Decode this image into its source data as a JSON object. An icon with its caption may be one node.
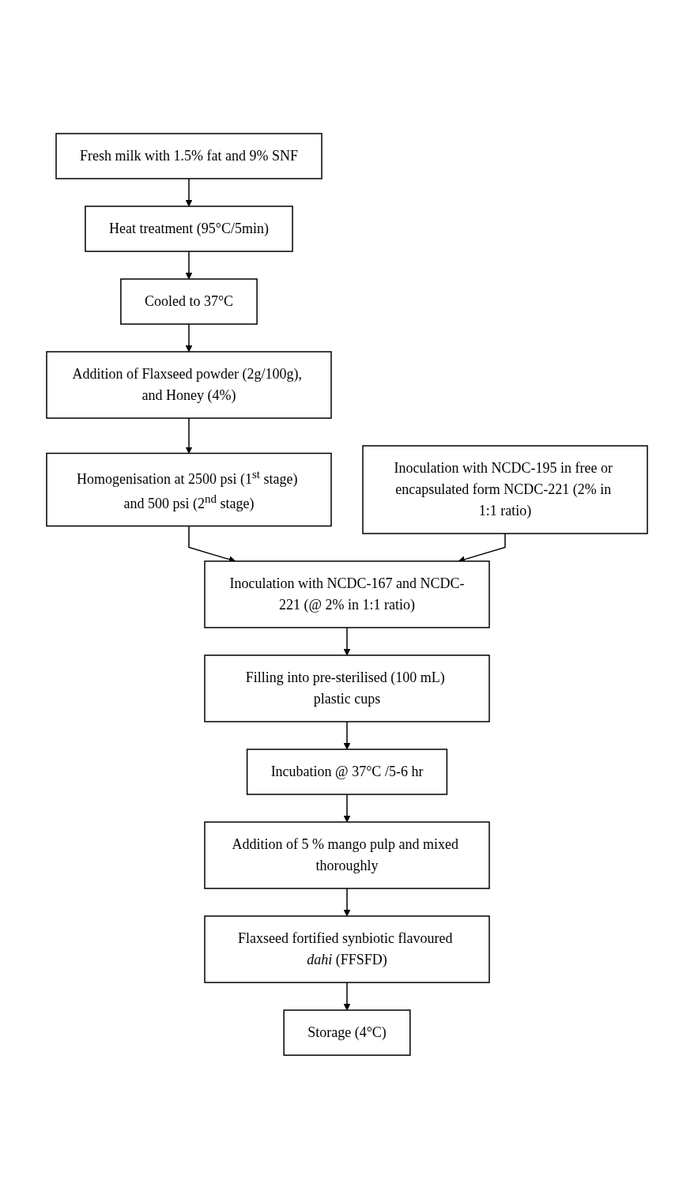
{
  "diagram": {
    "nodes": [
      {
        "text": [
          "Fresh milk with 1.5% fat and 9% SNF"
        ]
      },
      {
        "text": [
          "Heat treatment (95°C/5min)"
        ]
      },
      {
        "text": [
          "Cooled to 37°C"
        ]
      },
      {
        "text": [
          "Addition of Flaxseed powder (2g/100g), and Honey (4%)"
        ]
      },
      {
        "text": [
          "Inoculation with NCDC-195 in free or encapsulated form NCDC-221 (2% in 1:1 ratio)"
        ]
      },
      {
        "text": [
          "Homogenisation at 2500 psi (1$^{st}$ stage) and 500 psi (2$^{nd}$ stage)"
        ]
      },
      {
        "text": [
          "Inoculation with NCDC-167 and NCDC-221 (@ 2% in 1:1 ratio)"
        ]
      },
      {
        "text": [
          "Filling into pre-sterilised (100 mL) plastic cups"
        ]
      },
      {
        "text": [
          "Incubation @ 37°C /5-6 hr"
        ]
      },
      {
        "text": [
          "Addition of 5 % mango pulp and mixed thoroughly"
        ]
      },
      {
        "text": [
          "Flaxseed fortified synbiotic flavoured *dahi* (FFSFD)"
        ]
      },
      {
        "text": [
          "Storage (4°C)"
        ]
      }
    ],
    "edges": [
      {
        "from": 0,
        "to": 1,
        "arrow": "to"
      },
      {
        "from": 1,
        "to": 2,
        "arrow": "to"
      },
      {
        "from": 2,
        "to": 3,
        "arrow": "to"
      },
      {
        "from": 3,
        "to": 5,
        "arrow": "to"
      },
      {
        "from": 5,
        "to": 6,
        "arrow": "to"
      },
      {
        "from": 4,
        "to": 6,
        "arrow": "to"
      },
      {
        "from": 6,
        "to": 7,
        "arrow": "to"
      },
      {
        "from": 7,
        "to": 8,
        "arrow": "to"
      },
      {
        "from": 8,
        "to": 9,
        "arrow": "to"
      },
      {
        "from": 9,
        "to": 10,
        "arrow": "to"
      },
      {
        "from": 10,
        "to": 11,
        "arrow": "to"
      }
    ]
  }
}
